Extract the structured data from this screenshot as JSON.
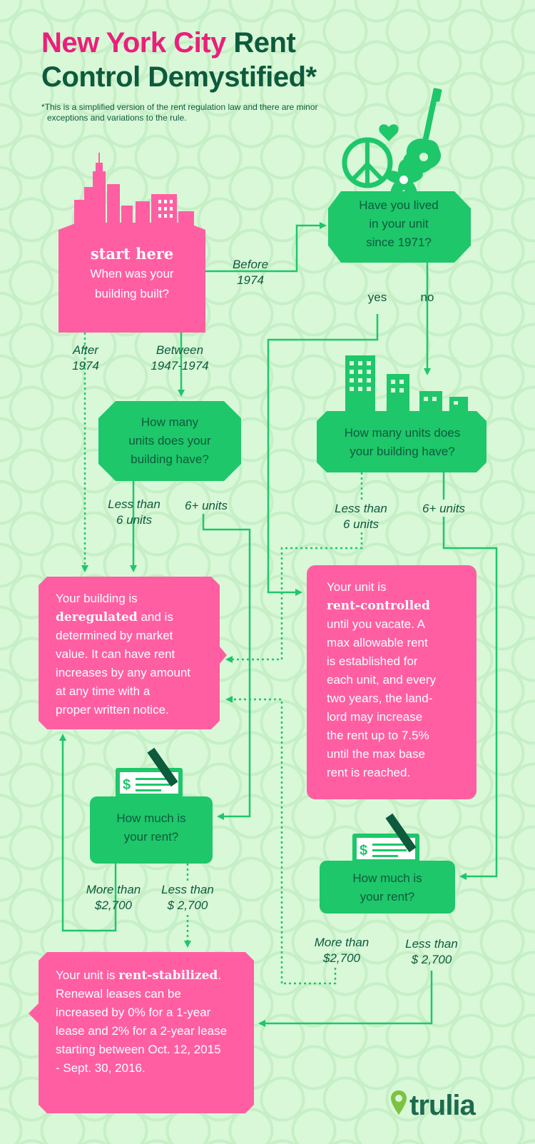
{
  "title": {
    "pink": "New York City",
    "dark1": " Rent",
    "dark2": "Control Demystified*"
  },
  "footnote": {
    "line1": "*This is a simplified version of the rent regulation law and there are minor",
    "line2": "exceptions and variations to the rule."
  },
  "nodes": {
    "start": {
      "title": "start here",
      "line1": "When was your",
      "line2": "building built?"
    },
    "lived_since": {
      "line1": "Have you lived",
      "line2": "in your unit",
      "line3": "since 1971?"
    },
    "units_left": {
      "line1": "How many",
      "line2": "units does your",
      "line3": "building have?"
    },
    "units_right": {
      "line1": "How many units does",
      "line2": "your building have?"
    },
    "deregulated": {
      "l1": "Your building is",
      "bold": "deregulated",
      "l2": " and is",
      "l3": "determined by market",
      "l4": "value. It can have rent",
      "l5": "increases by any amount",
      "l6": "at any time with a",
      "l7": "proper written notice."
    },
    "rent_controlled": {
      "l1": "Your unit is",
      "bold": "rent-controlled",
      "l2": "until you vacate. A",
      "l3": "max allowable rent",
      "l4": "is established for",
      "l5": "each unit, and every",
      "l6": "two years, the land-",
      "l7": "lord may increase",
      "l8": "the rent up to 7.5%",
      "l9": "until the max base",
      "l10": "rent is reached."
    },
    "rent_left": {
      "line1": "How much is",
      "line2": "your rent?"
    },
    "rent_right": {
      "line1": "How much is",
      "line2": "your rent?"
    },
    "rent_stabilized": {
      "pre": "Your unit is ",
      "bold": "rent-stabilized",
      "post": ".",
      "l2": "Renewal leases can be",
      "l3": "increased by 0% for a 1-year",
      "l4": "lease and 2% for a 2-year lease",
      "l5": "starting between Oct. 12, 2015",
      "l6": "-  Sept. 30, 2016."
    }
  },
  "labels": {
    "before_1": "Before",
    "before_2": "1974",
    "after_1": "After",
    "after_2": "1974",
    "between_1": "Between",
    "between_2": "1947-1974",
    "yes": "yes",
    "no": "no",
    "lt6_left_1": "Less than",
    "lt6_left_2": "6 units",
    "six_left": "6+ units",
    "lt6_right_1": "Less than",
    "lt6_right_2": "6 units",
    "six_right": "6+ units",
    "more_left_1": "More than",
    "more_left_2": "$2,700",
    "less_left_1": "Less than",
    "less_left_2": "$ 2,700",
    "more_right_1": "More than",
    "more_right_2": "$2,700",
    "less_right_1": "Less than",
    "less_right_2": "$ 2,700"
  },
  "logo": {
    "text": "trulia"
  },
  "colors": {
    "background": "#d8f8d8",
    "green": "#1ec76a",
    "pink": "#ff5fa2",
    "title_pink": "#ec1e7b",
    "dark_green": "#0d5a3c",
    "line": "#1ec76a"
  },
  "icons": [
    "skyline-icon",
    "peace-heart-guitar-icon",
    "buildings-icon",
    "check-pen-icon",
    "trulia-pin-icon"
  ]
}
